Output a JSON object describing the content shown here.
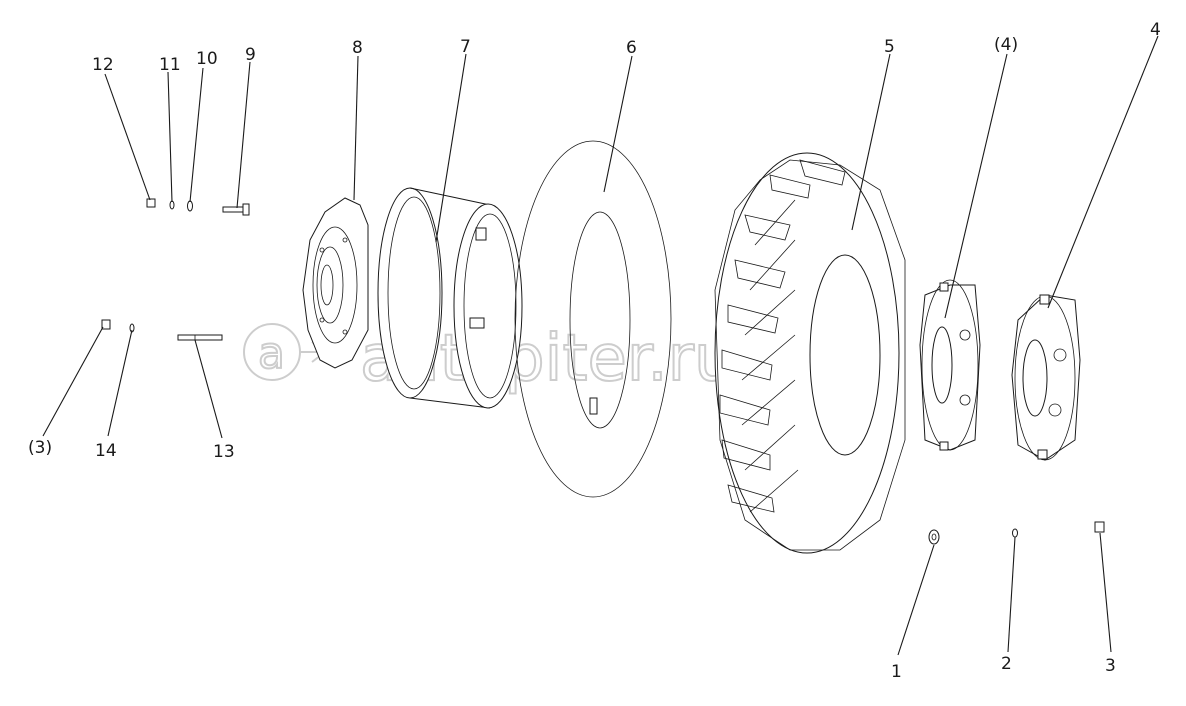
{
  "diagram": {
    "callouts": [
      {
        "id": "12",
        "text": "12"
      },
      {
        "id": "11",
        "text": "11"
      },
      {
        "id": "10",
        "text": "10"
      },
      {
        "id": "9",
        "text": "9"
      },
      {
        "id": "8",
        "text": "8"
      },
      {
        "id": "7",
        "text": "7"
      },
      {
        "id": "6",
        "text": "6"
      },
      {
        "id": "5",
        "text": "5"
      },
      {
        "id": "4p",
        "text": "(4)"
      },
      {
        "id": "4",
        "text": "4"
      },
      {
        "id": "3p",
        "text": "(3)"
      },
      {
        "id": "14",
        "text": "14"
      },
      {
        "id": "13",
        "text": "13"
      },
      {
        "id": "1",
        "text": "1"
      },
      {
        "id": "2",
        "text": "2"
      },
      {
        "id": "3",
        "text": "3"
      }
    ],
    "watermark": "autopiter.ru"
  }
}
